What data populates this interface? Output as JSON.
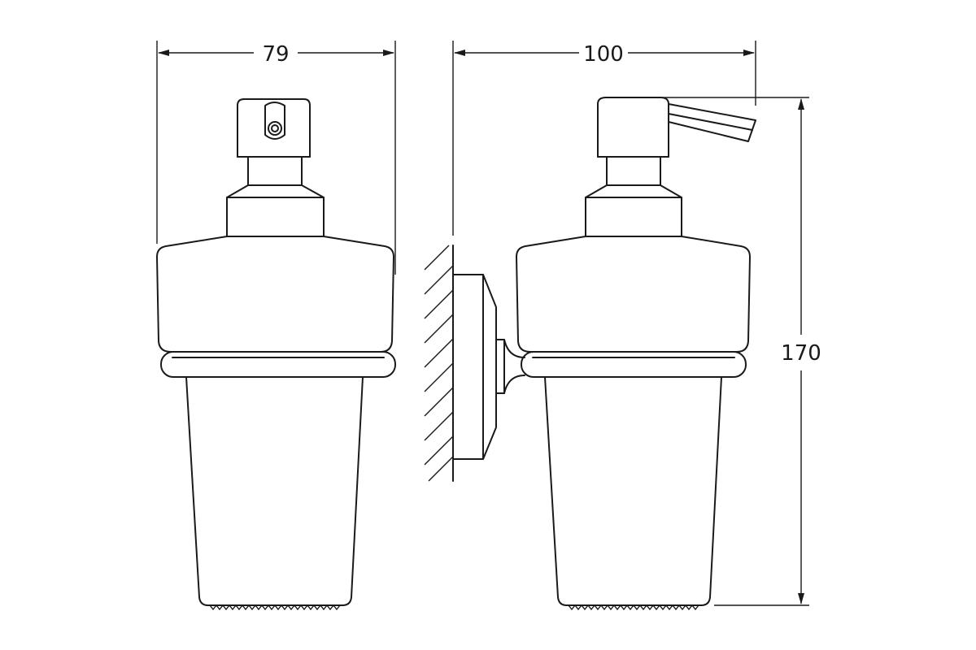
{
  "dimensions": {
    "front_width": "79",
    "side_width": "100",
    "height": "170"
  },
  "colors": {
    "line": "#1a1a1a",
    "background": "#ffffff"
  }
}
